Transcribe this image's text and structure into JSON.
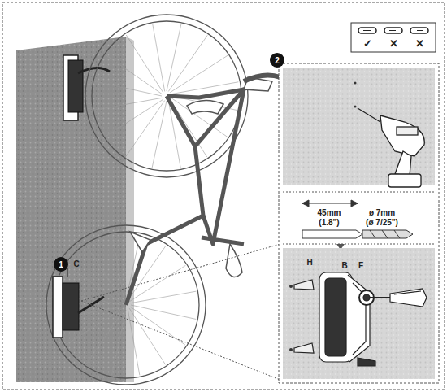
{
  "diagram": {
    "nodes": [
      {
        "text": [
          "1"
        ]
      },
      {
        "text": [
          "2"
        ]
      }
    ],
    "labels": [
      "C",
      "✓",
      "✕",
      "✕",
      "45mm",
      "(1.8\")",
      "ø 7mm",
      "(ø 7/25\")",
      "H",
      "B",
      "F"
    ]
  }
}
